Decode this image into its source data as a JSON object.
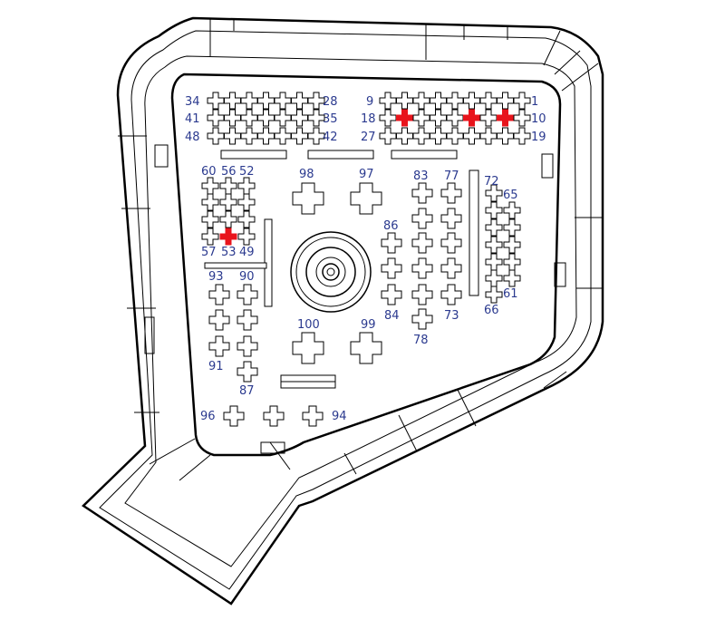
{
  "labels": {
    "l1": "1",
    "l9": "9",
    "l10": "10",
    "l18": "18",
    "l19": "19",
    "l27": "27",
    "l28": "28",
    "l34": "34",
    "l35": "35",
    "l41": "41",
    "l42": "42",
    "l48": "48",
    "l49": "49",
    "l52": "52",
    "l53": "53",
    "l56": "56",
    "l57": "57",
    "l60": "60",
    "l61": "61",
    "l65": "65",
    "l66": "66",
    "l72": "72",
    "l73": "73",
    "l77": "77",
    "l78": "78",
    "l83": "83",
    "l84": "84",
    "l86": "86",
    "l87": "87",
    "l90": "90",
    "l91": "91",
    "l93": "93",
    "l94": "94",
    "l96": "96",
    "l97": "97",
    "l98": "98",
    "l99": "99",
    "l100": "100"
  },
  "colors": {
    "label": "#2b3a8f",
    "highlight": "#e8141c",
    "line": "#000000"
  }
}
